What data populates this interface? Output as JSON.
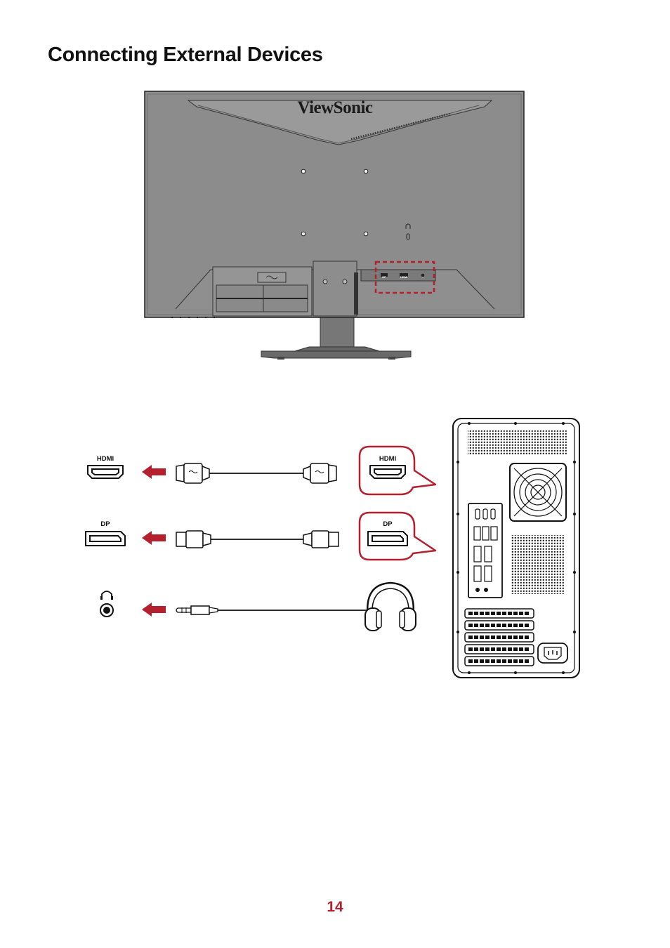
{
  "page": {
    "title": "Connecting External Devices",
    "page_number": "14"
  },
  "monitor": {
    "brand": "ViewSonic",
    "port_labels": [
      "DP",
      "HDMI",
      "∩"
    ]
  },
  "connections": [
    {
      "id": "hdmi",
      "monitor_port_label": "HDMI",
      "device_port_label": "HDMI"
    },
    {
      "id": "dp",
      "monitor_port_label": "DP",
      "device_port_label": "DP"
    },
    {
      "id": "audio",
      "device": "headphones-icon"
    }
  ],
  "colors": {
    "accent_red": "#b5202e",
    "monitor_gray": "#8c8c8c",
    "dark_gray": "#5a5a5a"
  }
}
